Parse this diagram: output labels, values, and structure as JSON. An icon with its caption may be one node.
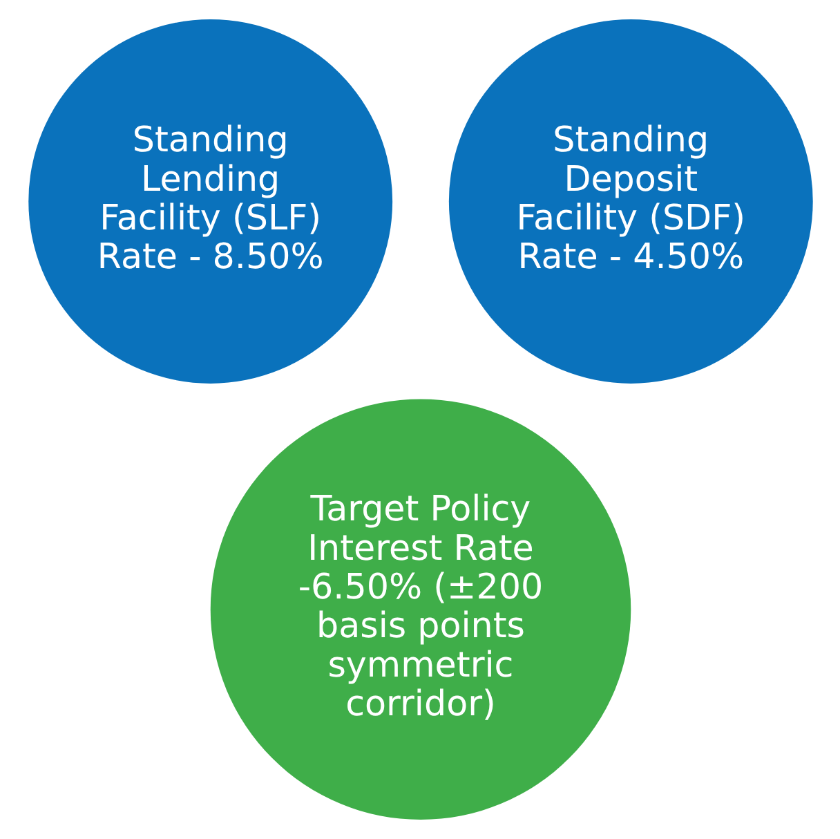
{
  "diagram": {
    "nodes": [
      {
        "text": [
          "Standing Lending Facility (SLF) Rate - 8.50%"
        ]
      },
      {
        "text": [
          "Standing Deposit Facility (SDF) Rate - 4.50%"
        ]
      },
      {
        "text": [
          "Target Policy Interest Rate -6.50% (±200 basis points symmetric corridor)"
        ]
      }
    ],
    "edges": []
  }
}
